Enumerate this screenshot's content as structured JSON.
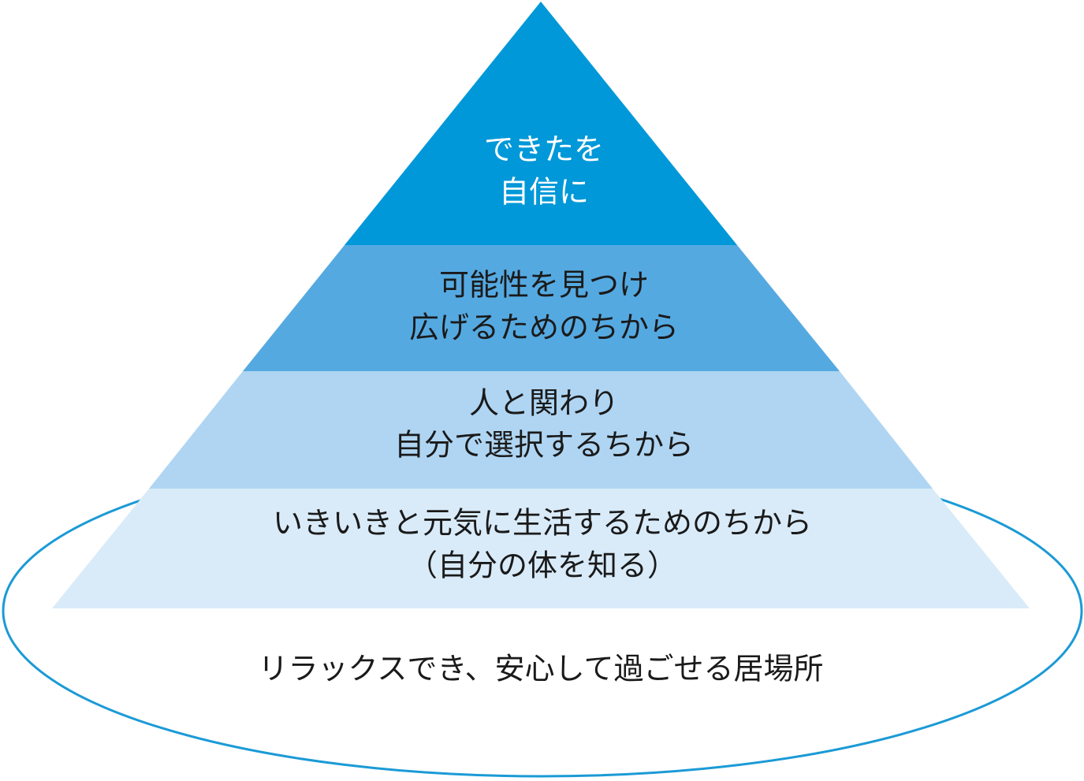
{
  "pyramid": {
    "tiers": [
      {
        "lines": [
          "できたを",
          "自信に"
        ],
        "fill": "#0098D8",
        "text_color": "#FFFFFF"
      },
      {
        "lines": [
          "可能性を見つけ",
          "広げるためのちから"
        ],
        "fill": "#55A9E1",
        "text_color": "#1A1A1A"
      },
      {
        "lines": [
          "人と関わり",
          "自分で選択するちから"
        ],
        "fill": "#AFD5F2",
        "text_color": "#1A1A1A"
      },
      {
        "lines": [
          "いきいきと元気に生活するためのちから",
          "（自分の体を知る）"
        ],
        "fill": "#D9EBF9",
        "text_color": "#1A1A1A"
      }
    ]
  },
  "foundation": {
    "label": "リラックスでき、安心して過ごせる居場所",
    "outline_color": "#1B9AD6",
    "text_color": "#1A1A1A"
  }
}
